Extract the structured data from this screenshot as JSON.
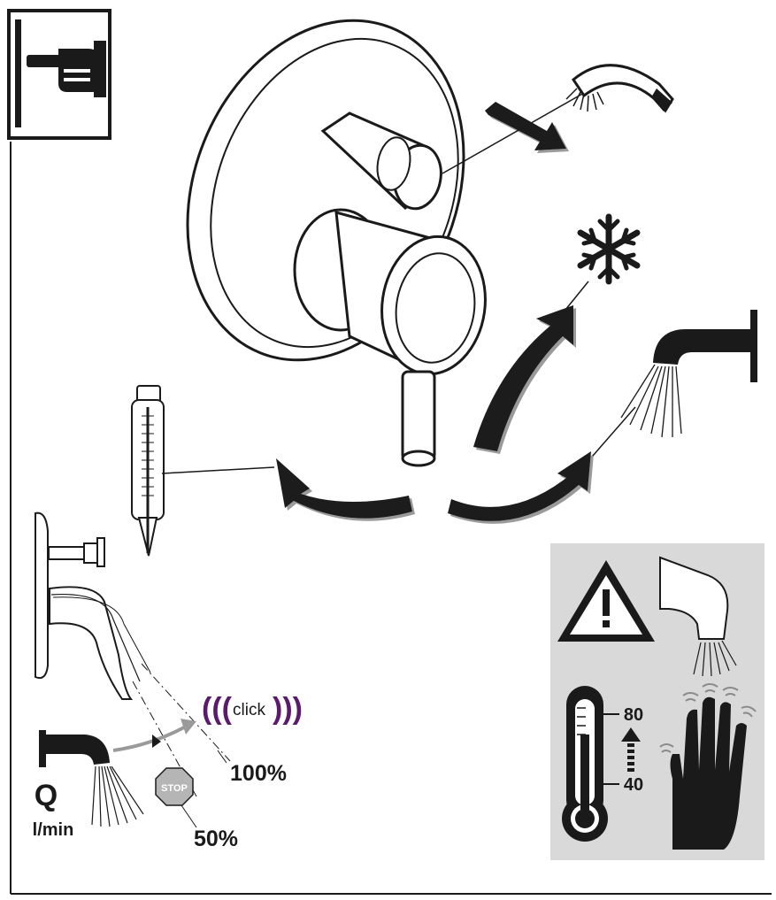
{
  "labels": {
    "flow_symbol": "Q",
    "flow_unit": "l/min",
    "pct_full": "100%",
    "pct_half": "50%",
    "stop_sign": "STOP",
    "click_open": "(((",
    "click_word": "click",
    "click_close": ")))",
    "temp_high": "80",
    "temp_low": "40"
  },
  "colors": {
    "ink": "#1a1a1a",
    "warning_panel": "#d9d9d9",
    "click_accent": "#5b1a6b",
    "stop_sign": "#b5b5b5",
    "arrow_gray": "#9a9a9a"
  },
  "icons": [
    "pointing-hand-icon",
    "hand-shower-icon",
    "snowflake-icon",
    "thermometer-icon",
    "warning-triangle-icon",
    "hand-icon",
    "spout-icon",
    "stop-sign-icon"
  ]
}
